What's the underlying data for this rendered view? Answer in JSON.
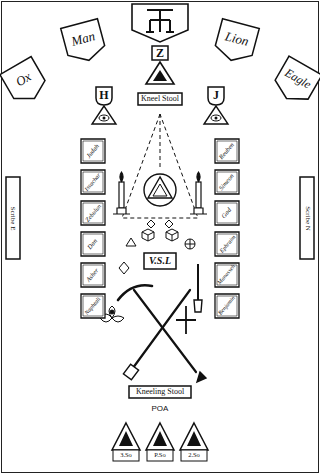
{
  "diagram": {
    "nodes": [
      {
        "text": [
          "Ox"
        ]
      },
      {
        "text": [
          "Man"
        ]
      },
      {
        "text": [
          "Lion"
        ]
      },
      {
        "text": [
          "Eagle"
        ]
      },
      {
        "text": [
          "Z"
        ]
      },
      {
        "text": [
          "H"
        ]
      },
      {
        "text": [
          "J"
        ]
      },
      {
        "text": [
          "Kneel Stool"
        ]
      },
      {
        "text": [
          "Judah"
        ]
      },
      {
        "text": [
          "Issachar"
        ]
      },
      {
        "text": [
          "Zebulun"
        ]
      },
      {
        "text": [
          "Dan"
        ]
      },
      {
        "text": [
          "Asher"
        ]
      },
      {
        "text": [
          "Naphtali"
        ]
      },
      {
        "text": [
          "Reuben"
        ]
      },
      {
        "text": [
          "Simeon"
        ]
      },
      {
        "text": [
          "Gad"
        ]
      },
      {
        "text": [
          "Ephraim"
        ]
      },
      {
        "text": [
          "Manasseh"
        ]
      },
      {
        "text": [
          "Benjamin"
        ]
      },
      {
        "text": [
          "Scribe E"
        ]
      },
      {
        "text": [
          "Scribe N"
        ]
      },
      {
        "text": [
          "V.S.L"
        ]
      },
      {
        "text": [
          "Kneeling Stool"
        ]
      },
      {
        "text": [
          "3.So"
        ]
      },
      {
        "text": [
          "P.So"
        ]
      },
      {
        "text": [
          "2.So"
        ]
      }
    ],
    "labels": [
      "POA"
    ]
  }
}
